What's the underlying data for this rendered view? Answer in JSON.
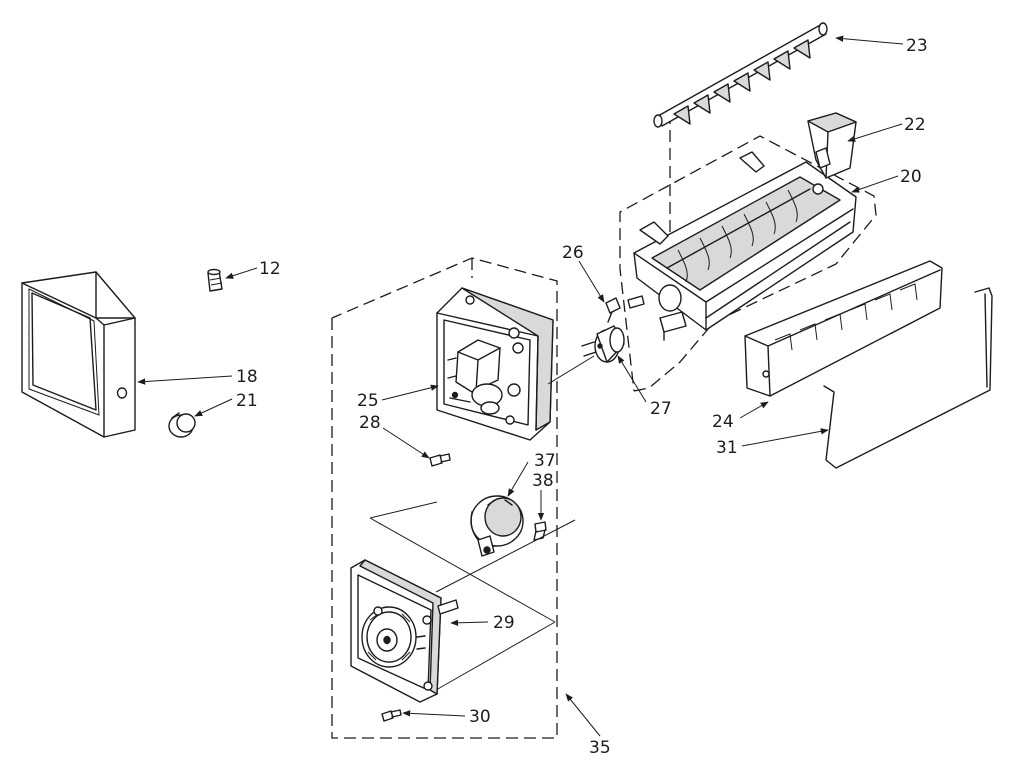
{
  "callouts": {
    "c12": "12",
    "c18": "18",
    "c20": "20",
    "c21": "21",
    "c22": "22",
    "c23": "23",
    "c24": "24",
    "c25": "25",
    "c26": "26",
    "c27": "27",
    "c28": "28",
    "c29": "29",
    "c30": "30",
    "c31": "31",
    "c35": "35",
    "c37": "37",
    "c38": "38"
  },
  "colors": {
    "ink": "#1c1c1c",
    "paper": "#ffffff"
  }
}
